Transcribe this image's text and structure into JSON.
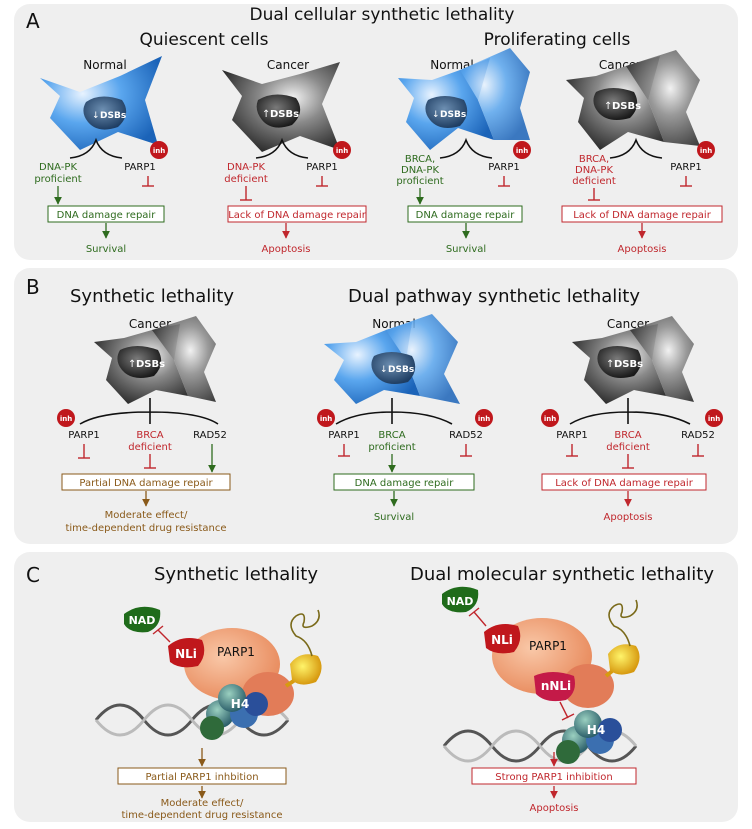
{
  "panelA": {
    "letter": "A",
    "title": "Dual cellular synthetic lethality",
    "quiescent": "Quiescent cells",
    "proliferating": "Proliferating cells",
    "q_normal": {
      "label": "Normal",
      "dsb": "DSBs",
      "path1_l1": "DNA-PK",
      "path1_l2": "proficient",
      "parp": "PARP1",
      "inh": "inh",
      "box": "DNA damage repair",
      "outcome": "Survival"
    },
    "q_cancer": {
      "label": "Cancer",
      "dsb": "DSBs",
      "path1_l1": "DNA-PK",
      "path1_l2": "deficient",
      "parp": "PARP1",
      "inh": "inh",
      "box": "Lack of DNA damage repair",
      "outcome": "Apoptosis"
    },
    "p_normal": {
      "label": "Normal",
      "dsb": "DSBs",
      "path1_l1": "BRCA,",
      "path1_l2": "DNA-PK",
      "path1_l3": "proficient",
      "parp": "PARP1",
      "inh": "inh",
      "box": "DNA damage repair",
      "outcome": "Survival"
    },
    "p_cancer": {
      "label": "Cancer",
      "dsb": "DSBs",
      "path1_l1": "BRCA,",
      "path1_l2": "DNA-PK",
      "path1_l3": "deficient",
      "parp": "PARP1",
      "inh": "inh",
      "box": "Lack of DNA damage repair",
      "outcome": "Apoptosis"
    }
  },
  "panelB": {
    "letter": "B",
    "title_left": "Synthetic lethality",
    "title_right": "Dual pathway synthetic lethality",
    "c1": {
      "label": "Cancer",
      "dsb": "DSBs",
      "parp": "PARP1",
      "brca_l1": "BRCA",
      "brca_l2": "deficient",
      "rad": "RAD52",
      "inh": "inh",
      "box": "Partial DNA damage repair",
      "out_l1": "Moderate effect/",
      "out_l2": "time-dependent drug resistance"
    },
    "c2": {
      "label": "Normal",
      "dsb": "DSBs",
      "parp": "PARP1",
      "brca_l1": "BRCA",
      "brca_l2": "proficient",
      "rad": "RAD52",
      "inh": "inh",
      "box": "DNA damage repair",
      "outcome": "Survival"
    },
    "c3": {
      "label": "Cancer",
      "dsb": "DSBs",
      "parp": "PARP1",
      "brca_l1": "BRCA",
      "brca_l2": "deficient",
      "rad": "RAD52",
      "inh": "inh",
      "box": "Lack of DNA damage repair",
      "outcome": "Apoptosis"
    }
  },
  "panelC": {
    "letter": "C",
    "title_left": "Synthetic lethality",
    "title_right": "Dual molecular synthetic lethality",
    "left": {
      "nad": "NAD",
      "nli": "NLi",
      "parp": "PARP1",
      "h4": "H4",
      "box": "Partial PARP1 inhbition",
      "out_l1": "Moderate effect/",
      "out_l2": "time-dependent drug resistance"
    },
    "right": {
      "nad": "NAD",
      "nli": "NLi",
      "nnli": "nNLi",
      "parp": "PARP1",
      "h4": "H4",
      "box": "Strong PARP1 inhibition",
      "outcome": "Apoptosis"
    }
  },
  "colors": {
    "panel_bg": "#efefef",
    "green": "#2e6b1e",
    "red": "#c0272d",
    "brown": "#8a5a1a",
    "blue": "#2f7fd0",
    "inh_red": "#c0171c"
  }
}
